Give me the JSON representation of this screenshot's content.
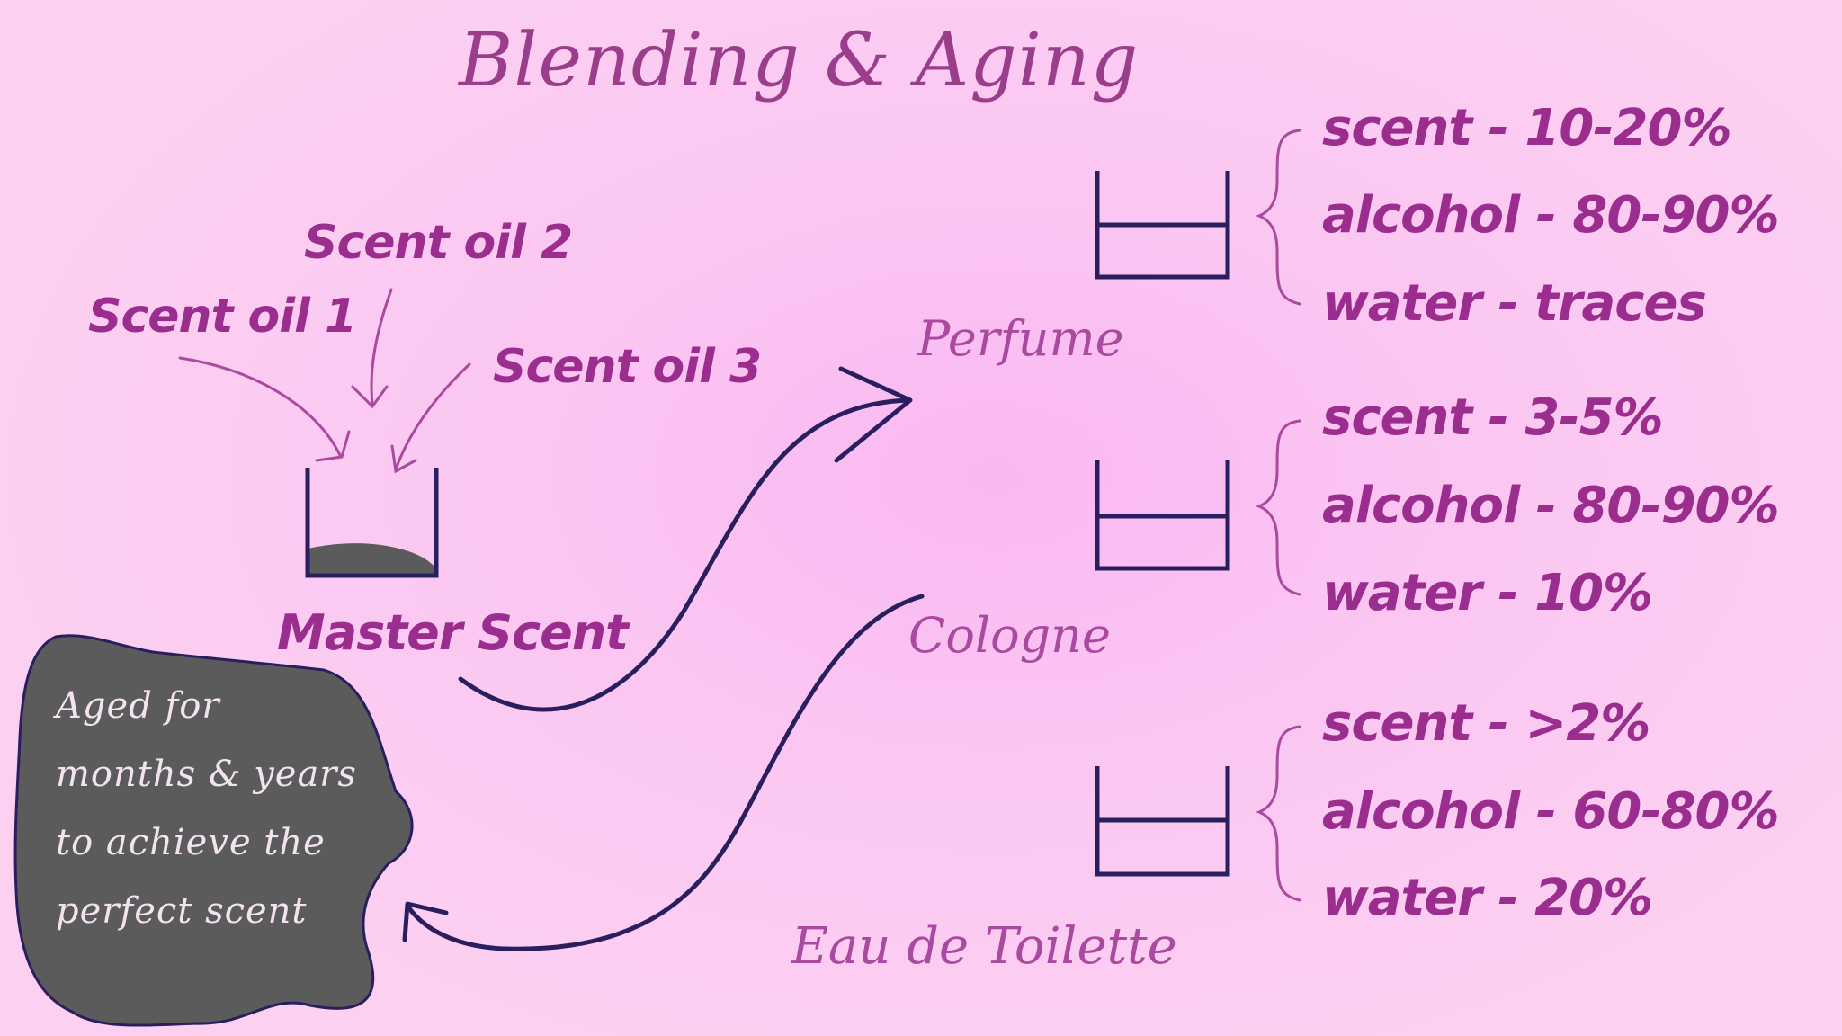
{
  "title": "Blending & Aging",
  "oils": [
    "Scent oil 1",
    "Scent oil 2",
    "Scent oil 3"
  ],
  "master_label": "Master Scent",
  "aging_text": [
    "Aged for",
    "months & years",
    "to achieve the",
    "perfect scent"
  ],
  "products": [
    {
      "name": "Perfume",
      "specs": [
        "scent - 10-20%",
        "alcohol - 80-90%",
        "water - traces"
      ]
    },
    {
      "name": "Cologne",
      "specs": [
        "scent - 3-5%",
        "alcohol - 80-90%",
        "water - 10%"
      ]
    },
    {
      "name": "Eau de Toilette",
      "specs": [
        "scent - >2%",
        "alcohol - 60-80%",
        "water - 20%"
      ]
    }
  ],
  "colors": {
    "background": "#fbc6f2",
    "text_bold": "#9b2d8f",
    "text_script": "#a94a9e",
    "ink": "#2a1f5e",
    "blob": "#5b5b5b",
    "blob_text": "#f3e3f0"
  }
}
